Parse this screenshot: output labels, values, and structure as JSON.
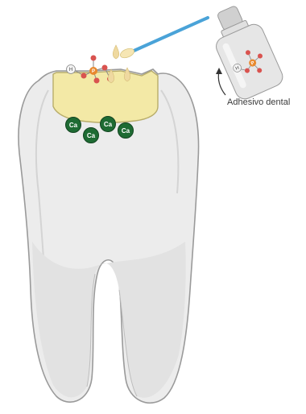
{
  "figure": {
    "bottle_label": "Adhesivo dental",
    "calcium_ions": [
      "Ca",
      "Ca",
      "Ca",
      "Ca"
    ],
    "hydrogen_symbol": "H",
    "phosphorus_symbol": "P",
    "colors": {
      "tooth_fill": "#ececec",
      "tooth_outline": "#9a9a9a",
      "cavity_fill": "#f3e9a6",
      "calcium": "#1e6b33",
      "oxygen": "#d9534f",
      "phosphorus": "#e8892e",
      "droplet": "#efd9a0",
      "swab_stick": "#4aa3d8",
      "bottle": "#dcdcdc"
    }
  }
}
